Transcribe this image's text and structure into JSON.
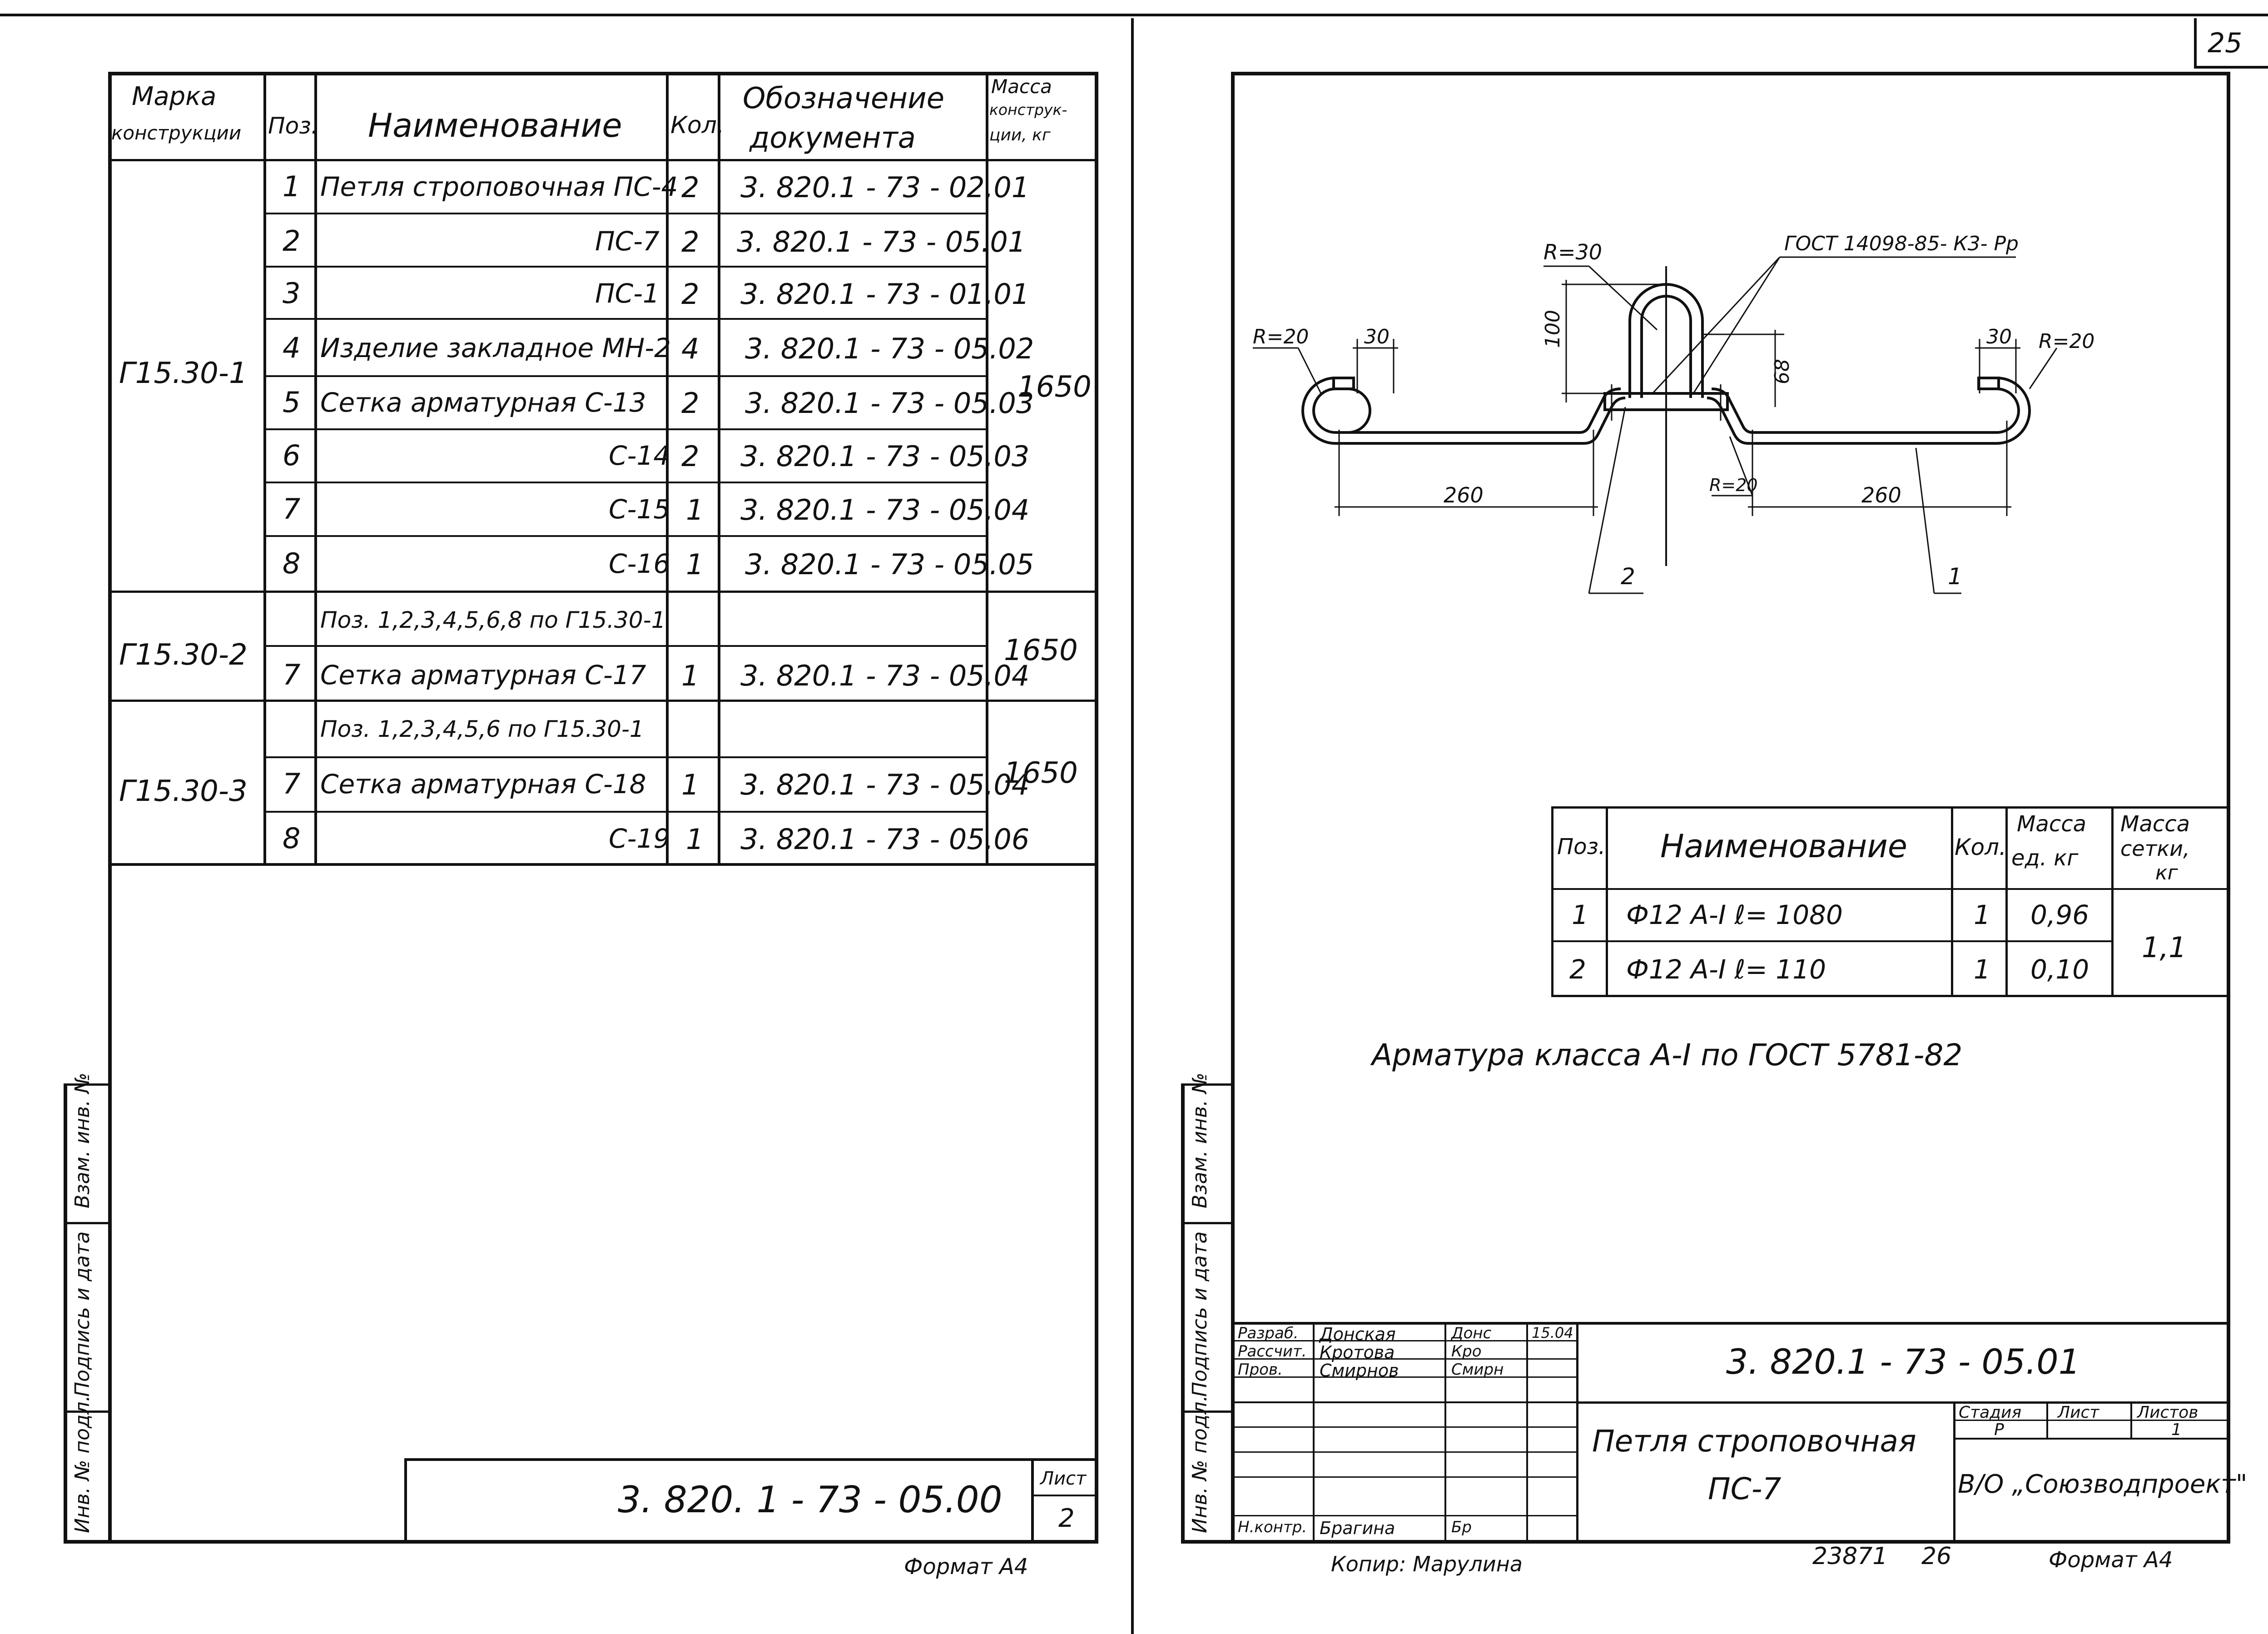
{
  "page_number": "25",
  "left_sheet": {
    "spec_header": {
      "marka": "Марка конструкции",
      "marka_l1": "Марка",
      "marka_l2": "конструкции",
      "poz": "Поз.",
      "name": "Наименование",
      "kol": "Кол.",
      "oboz_l1": "Обозначение",
      "oboz_l2": "документа",
      "mass_l1": "Масса",
      "mass_l2": "конструк-",
      "mass_l3": "ции, кг"
    },
    "spec_rows": [
      {
        "poz": "1",
        "name": "Петля строповочная  ПС-4",
        "kol": "2",
        "doc": "3. 820.1 - 73 - 02.01"
      },
      {
        "poz": "2",
        "name": "ПС-7",
        "kol": "2",
        "doc": "3. 820.1 - 73 - 05.01"
      },
      {
        "poz": "3",
        "name": "ПС-1",
        "kol": "2",
        "doc": "3. 820.1 - 73 - 01.01"
      },
      {
        "poz": "4",
        "name": "Изделие закладное  МН-2",
        "kol": "4",
        "doc": "3. 820.1 - 73 - 05.02"
      },
      {
        "poz": "5",
        "name": "Сетка арматурная  С-13",
        "kol": "2",
        "doc": "3. 820.1 - 73 - 05.03"
      },
      {
        "poz": "6",
        "name": "С-14",
        "kol": "2",
        "doc": "3. 820.1 - 73 - 05.03"
      },
      {
        "poz": "7",
        "name": "С-15",
        "kol": "1",
        "doc": "3. 820.1 - 73 - 05.04"
      },
      {
        "poz": "8",
        "name": "С-16",
        "kol": "1",
        "doc": "3. 820.1 - 73 - 05.05"
      },
      {
        "poz": "",
        "name": "Поз. 1,2,3,4,5,6,8 по  Г15.30-1",
        "kol": "",
        "doc": ""
      },
      {
        "poz": "7",
        "name": "Сетка арматурная  С-17",
        "kol": "1",
        "doc": "3. 820.1 - 73 - 05.04"
      },
      {
        "poz": "",
        "name": "Поз. 1,2,3,4,5,6 по  Г15.30-1",
        "kol": "",
        "doc": ""
      },
      {
        "poz": "7",
        "name": "Сетка арматурная  С-18",
        "kol": "1",
        "doc": "3. 820.1 - 73 - 05.04"
      },
      {
        "poz": "8",
        "name": "С-19",
        "kol": "1",
        "doc": "3. 820.1 - 73 - 05.06"
      }
    ],
    "groups": [
      {
        "marka": "Г15.30-1",
        "mass": "1650"
      },
      {
        "marka": "Г15.30-2",
        "mass": "1650"
      },
      {
        "marka": "Г15.30-3",
        "mass": "1650"
      }
    ],
    "side_stamp": [
      "Взам. инв. №",
      "Подпись и дата",
      "Инв. № подл."
    ],
    "title_code": "3. 820. 1 - 73 - 05.00",
    "list_label": "Лист",
    "list_number": "2",
    "format": "Формат А4"
  },
  "right_sheet": {
    "drawing": {
      "r30": "R=30",
      "gost_weld": "ГОСТ 14098-85- К3- Рр",
      "r20_left": "R=20",
      "r20_right": "R=20",
      "r20_bottom": "R=20",
      "dim_30_left": "30",
      "dim_30_right": "30",
      "dim_100": "100",
      "dim_68": "68",
      "dim_260_left": "260",
      "dim_260_right": "260",
      "callout_2": "2",
      "callout_1": "1"
    },
    "material_table": {
      "h_poz": "Поз.",
      "h_name": "Наименование",
      "h_kol": "Кол.",
      "h_mass_unit_l1": "Масса",
      "h_mass_unit_l2": "ед. кг",
      "h_mass_net_l1": "Масса",
      "h_mass_net_l2": "сетки,",
      "h_mass_net_l3": "кг",
      "rows": [
        {
          "poz": "1",
          "name": "Ф12  А-I   ℓ=  1080",
          "kol": "1",
          "mass": "0,96"
        },
        {
          "poz": "2",
          "name": "Ф12  А-I   ℓ=  110",
          "kol": "1",
          "mass": "0,10"
        }
      ],
      "total": "1,1"
    },
    "note": "Арматура класса А-I  по ГОСТ 5781-82",
    "side_stamp": [
      "Взам. инв. №",
      "Подпись и дата",
      "Инв. № подл."
    ],
    "title_block": {
      "code": "3. 820.1 - 73 - 05.01",
      "people": [
        {
          "role": "Разраб.",
          "name": "Донская",
          "sign": "Донс",
          "date": "15.04"
        },
        {
          "role": "Рассчит.",
          "name": "Кротова",
          "sign": "Кро",
          "date": ""
        },
        {
          "role": "Пров.",
          "name": "Смирнов",
          "sign": "Смирн",
          "date": ""
        },
        {
          "role": "Н.контр.",
          "name": "Брагина",
          "sign": "Бр",
          "date": ""
        }
      ],
      "item_name_l1": "Петля строповочная",
      "item_name_l2": "ПС-7",
      "stage_label": "Стадия",
      "sheet_label": "Лист",
      "sheets_label": "Листов",
      "stage": "Р",
      "sheets": "1",
      "org": "В/О „Союзводпроект\""
    },
    "copied_by": "Копир: Марулина",
    "archive_no": "23871",
    "archive_page": "26",
    "format": "Формат А4"
  }
}
